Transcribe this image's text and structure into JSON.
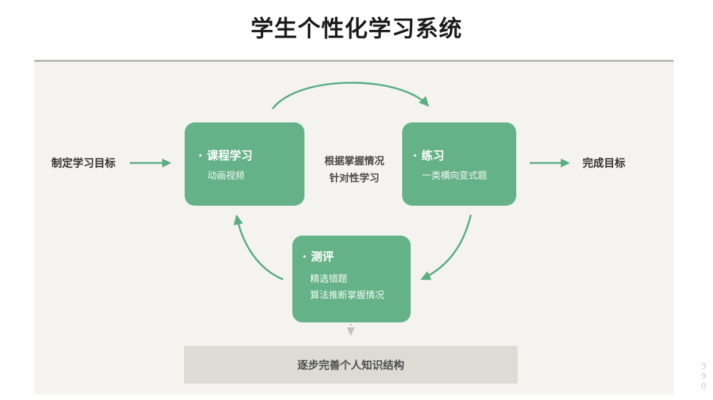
{
  "slide": {
    "title": "学生个性化学习系统",
    "page_number_digits": [
      "3",
      "9",
      "0"
    ]
  },
  "colors": {
    "card_green": "#66b288",
    "arrow_green": "#5bad82",
    "canvas_bg": "#f4f3ef",
    "summary_bar": "#dcdcd5",
    "title_text": "#1a1a1a",
    "label_text": "#333333",
    "page_number": "#c9c9c9"
  },
  "labels": {
    "goal": "制定学习目标",
    "finish": "完成目标"
  },
  "center_caption": {
    "line1": "根据掌握情况",
    "line2": "针对性学习"
  },
  "cards": [
    {
      "id": "course",
      "bullet": "·",
      "title": "课程学习",
      "subtitles": [
        "动画视频"
      ]
    },
    {
      "id": "practice",
      "bullet": "·",
      "title": "练习",
      "subtitles": [
        "一类横向变式题"
      ]
    },
    {
      "id": "assess",
      "bullet": "·",
      "title": "测评",
      "subtitles": [
        "精选错题",
        "算法推断掌握情况"
      ]
    }
  ],
  "summary": {
    "text": "逐步完善个人知识结构"
  },
  "icons": {
    "arrow_in": "arrow-right-icon",
    "arrow_out": "arrow-right-icon",
    "arc_course_to_practice": "curved-arrow-icon",
    "arc_practice_to_assess": "curved-arrow-icon",
    "arc_assess_to_course": "curved-arrow-icon",
    "dotted_down": "dotted-arrow-down-icon"
  }
}
